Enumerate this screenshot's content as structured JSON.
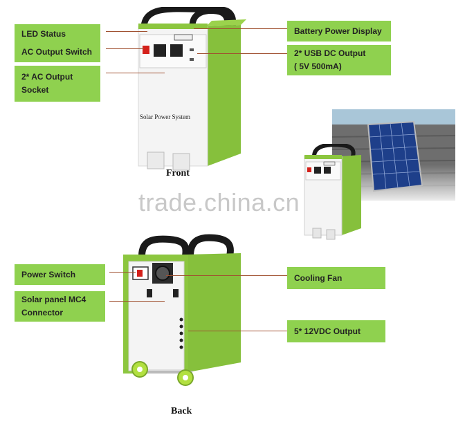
{
  "labels": {
    "led_status": "LED Status",
    "ac_output_switch": "AC Output  Switch",
    "ac_output_socket_line1": "2* AC Output",
    "ac_output_socket_line2": "Socket",
    "battery_power_display": "Battery Power Display",
    "usb_output_line1": "2* USB DC Output",
    "usb_output_line2": "( 5V 500mA)",
    "power_switch": "Power Switch",
    "mc4_line1": "Solar panel MC4",
    "mc4_line2": "Connector",
    "cooling_fan": "Cooling Fan",
    "dc_output": "5* 12VDC Output"
  },
  "captions": {
    "front": "Front",
    "back": "Back"
  },
  "product_text": "Solar Power System",
  "watermark": "trade.china.cn",
  "colors": {
    "label_bg": "#8fd14f",
    "body_green": "#8cc63f",
    "pointer_line": "#a05030"
  }
}
